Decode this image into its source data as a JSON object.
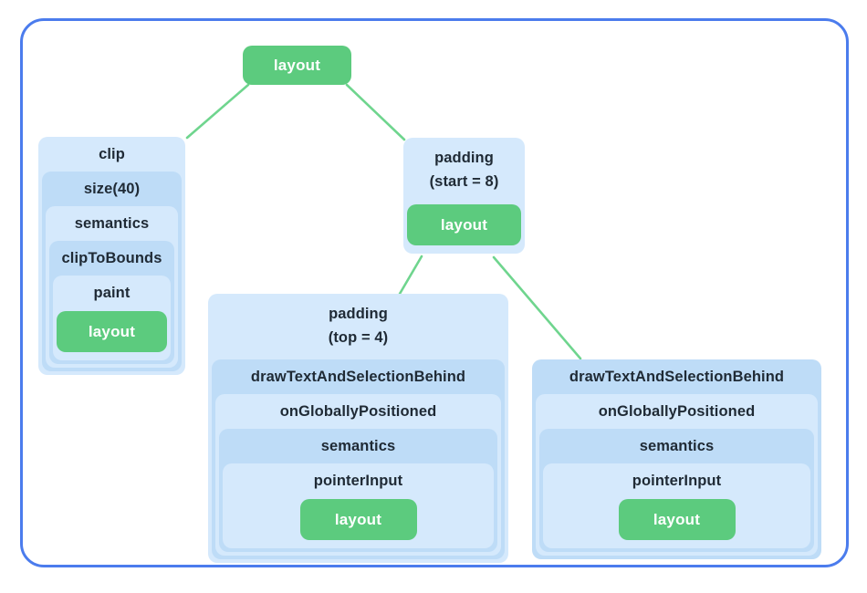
{
  "colors": {
    "frame_border": "#4b7ced",
    "box_light_blue": "#d5e9fc",
    "box_dark_blue": "#bedcf7",
    "box_green": "#5ccb7e",
    "edge_green": "#6fd58e",
    "text_dark": "#1f2a35",
    "text_light": "#ffffff",
    "background": "#ffffff"
  },
  "diagram": {
    "root": {
      "label": "layout"
    },
    "nodes": [
      {
        "id": "clip",
        "chain": [
          {
            "label": "clip",
            "tone": "light"
          },
          {
            "label": "size(40)",
            "tone": "dark"
          },
          {
            "label": "semantics",
            "tone": "light"
          },
          {
            "label": "clipToBounds",
            "tone": "dark"
          },
          {
            "label": "paint",
            "tone": "light"
          },
          {
            "label": "layout",
            "tone": "green"
          }
        ]
      },
      {
        "id": "padding-start",
        "chain": [
          {
            "lines": [
              "padding",
              "(start = 8)"
            ],
            "tone": "light"
          },
          {
            "label": "layout",
            "tone": "green"
          }
        ]
      },
      {
        "id": "padding-top",
        "chain": [
          {
            "lines": [
              "padding",
              "(top = 4)"
            ],
            "tone": "light"
          },
          {
            "label": "drawTextAndSelectionBehind",
            "tone": "dark"
          },
          {
            "label": "onGloballyPositioned",
            "tone": "light"
          },
          {
            "label": "semantics",
            "tone": "dark"
          },
          {
            "label": "pointerInput",
            "tone": "light"
          },
          {
            "label": "layout",
            "tone": "green"
          }
        ]
      },
      {
        "id": "drawtext",
        "chain": [
          {
            "label": "drawTextAndSelectionBehind",
            "tone": "dark"
          },
          {
            "label": "onGloballyPositioned",
            "tone": "light"
          },
          {
            "label": "semantics",
            "tone": "dark"
          },
          {
            "label": "pointerInput",
            "tone": "light"
          },
          {
            "label": "layout",
            "tone": "green"
          }
        ]
      }
    ]
  }
}
